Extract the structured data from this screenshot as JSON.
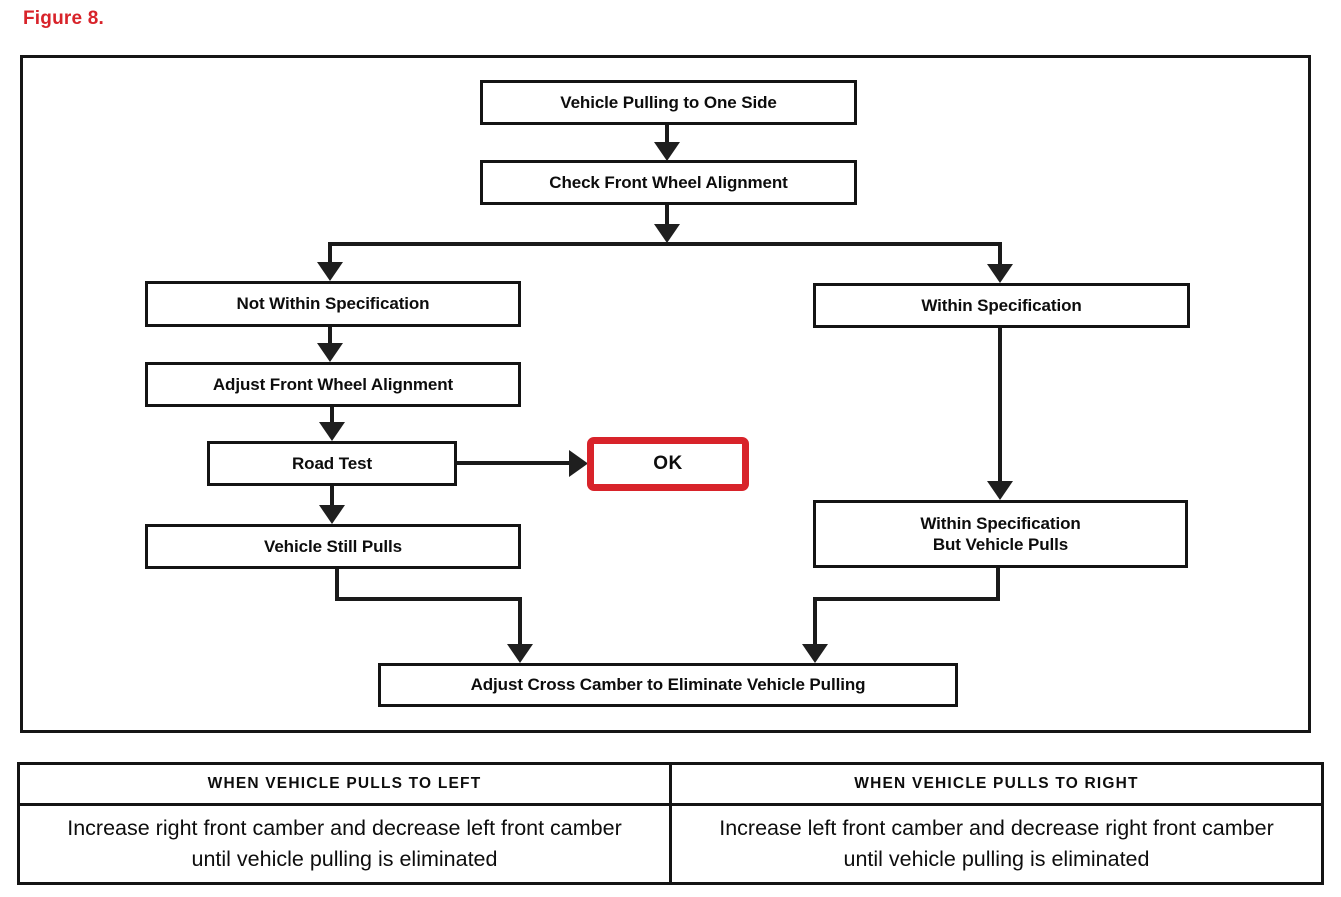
{
  "figure_label": "Figure 8.",
  "colors": {
    "accent_red": "#d8232a",
    "line_black": "#1a1a1a"
  },
  "flowchart": {
    "nodes": {
      "start": "Vehicle Pulling to One Side",
      "check_alignment": "Check Front Wheel Alignment",
      "not_within_spec": "Not Within Specification",
      "adjust_alignment": "Adjust Front Wheel Alignment",
      "road_test": "Road Test",
      "ok": "OK",
      "still_pulls": "Vehicle Still Pulls",
      "within_spec": "Within Specification",
      "within_spec_but_pulls": {
        "line1": "Within Specification",
        "line2": "But Vehicle Pulls"
      },
      "adjust_cross_camber": "Adjust Cross Camber to Eliminate Vehicle Pulling"
    }
  },
  "table": {
    "headers": [
      "WHEN VEHICLE PULLS TO LEFT",
      "WHEN VEHICLE PULLS TO RIGHT"
    ],
    "cells": [
      "Increase right front camber and decrease left front camber until vehicle pulling is eliminated",
      "Increase left front camber and decrease right front camber until vehicle pulling is eliminated"
    ]
  }
}
